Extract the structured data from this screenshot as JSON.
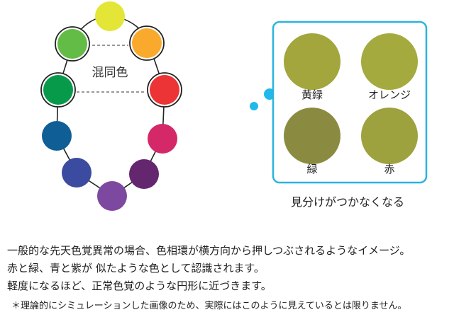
{
  "wheel": {
    "label": "混同色",
    "colors": {
      "yellow": "#e3e636",
      "yellow_green": "#63bc45",
      "orange": "#f9aa2d",
      "green": "#079a4b",
      "red": "#ec3336",
      "blue": "#0f5f96",
      "magenta": "#d42868",
      "indigo": "#3b4b9f",
      "plum": "#64266e",
      "purple": "#7d489f"
    }
  },
  "panel": {
    "border_color": "#2bb3e0",
    "items": [
      {
        "label": "黄緑",
        "color": "#a2a63c"
      },
      {
        "label": "オレンジ",
        "color": "#a4aa3e"
      },
      {
        "label": "緑",
        "color": "#8a8b40"
      },
      {
        "label": "赤",
        "color": "#9da13e"
      }
    ],
    "caption": "見分けがつかなくなる"
  },
  "text": {
    "line1": "一般的な先天色覚異常の場合、色相環が横方向から押しつぶされるようなイメージ。",
    "line2": "赤と緑、青と紫が 似たような色として認識されます。",
    "line3": "軽度になるほど、正常色覚のような円形に近づきます。",
    "note": "＊理論的にシミュレーションした画像のため、実際にはこのように見えているとは限りません。"
  }
}
